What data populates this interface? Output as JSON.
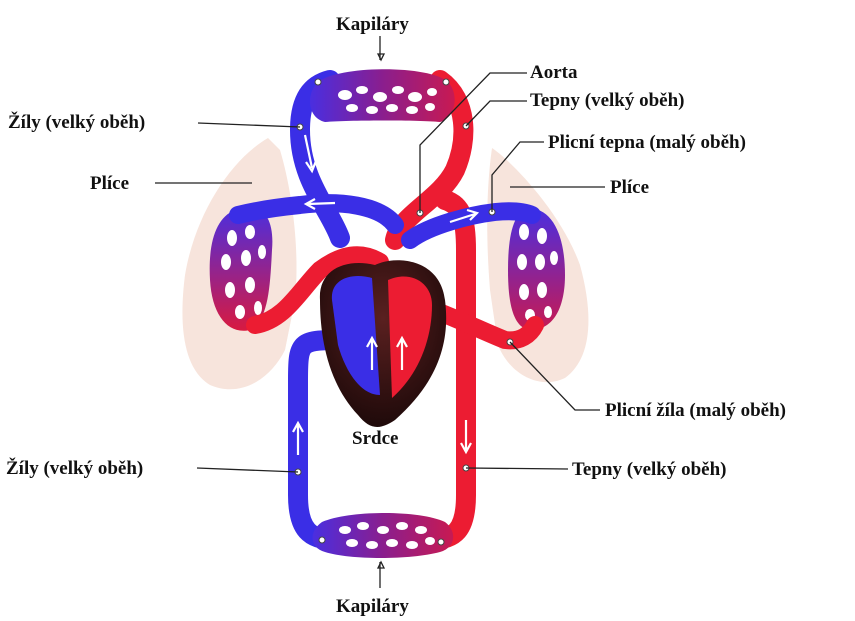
{
  "labels": {
    "capillaries_top": "Kapiláry",
    "capillaries_bottom": "Kapiláry",
    "aorta": "Aorta",
    "arteries_top": "Tepny (velký oběh)",
    "pulmonary_artery": "Plicní tepna (malý oběh)",
    "veins_top": "Žíly (velký oběh)",
    "lung_left": "Plíce",
    "lung_right": "Plíce",
    "pulmonary_vein": "Plicní žíla (malý oběh)",
    "heart": "Srdce",
    "veins_bottom": "Žíly (velký oběh)",
    "arteries_bottom": "Tepny (velký oběh)"
  },
  "colors": {
    "vein": "#3a2ee6",
    "artery": "#ec1c32",
    "capillary": "#8e1f8a",
    "lung": "#f6e2da",
    "heart_dark": "#2a1010"
  }
}
